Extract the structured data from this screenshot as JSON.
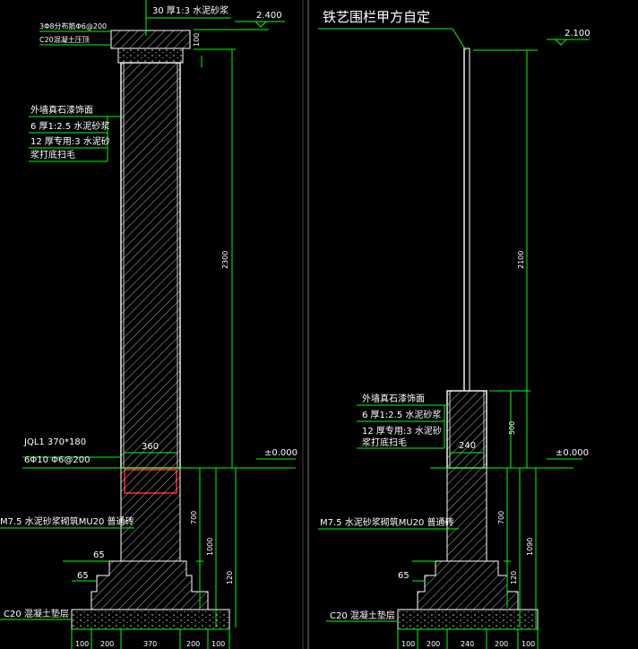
{
  "left": {
    "cap_mortar": "30 厚1:3 水泥砂浆",
    "cap_rebar": "3Φ8分布筋Φ6@200",
    "cap_concrete": "C20混凝土压顶",
    "cap_thickness": "100",
    "level_top": "2.400",
    "finish_1": "外墙真石漆饰面",
    "finish_2": "6 厚1:2.5  水泥砂浆",
    "finish_3": "12  厚专用:3  水泥砂",
    "finish_4": "浆打底扫毛",
    "height_above": "2300",
    "wall_width": "360",
    "beam_name": "JQL1 370*180",
    "beam_rebar": "6Φ10  Φ6@200",
    "level_ground": "±0.000",
    "masonry": "M7.5  水泥砂浆砌筑MU20  普通砖",
    "step_1": "65",
    "step_2": "65",
    "dim_700": "700",
    "dim_1000": "1000",
    "dim_120": "120",
    "foundation": "C20  混凝土垫层",
    "bottom_dims": [
      "100",
      "200",
      "370",
      "200",
      "100"
    ]
  },
  "right": {
    "title": "铁艺围栏甲方自定",
    "level_top": "2.100",
    "height_fence": "2100",
    "finish_1": "外墙真石漆饰面",
    "finish_2": "6 厚1:2.5  水泥砂浆",
    "finish_3": "12  厚专用:3  水泥砂",
    "finish_4": "浆打底扫毛",
    "height_base": "500",
    "wall_width": "240",
    "level_ground": "±0.000",
    "masonry": "M7.5  水泥砂浆砌筑MU20  普通砖",
    "step_1": "65",
    "dim_700": "700",
    "dim_1090": "1090",
    "dim_120": "120",
    "foundation": "C20  混凝土垫层",
    "bottom_dims": [
      "100",
      "200",
      "240",
      "200",
      "100"
    ]
  },
  "colors": {
    "background": "#000000",
    "dimension": "#00ff00",
    "outline": "#ffffff",
    "highlight": "#ff2020"
  }
}
